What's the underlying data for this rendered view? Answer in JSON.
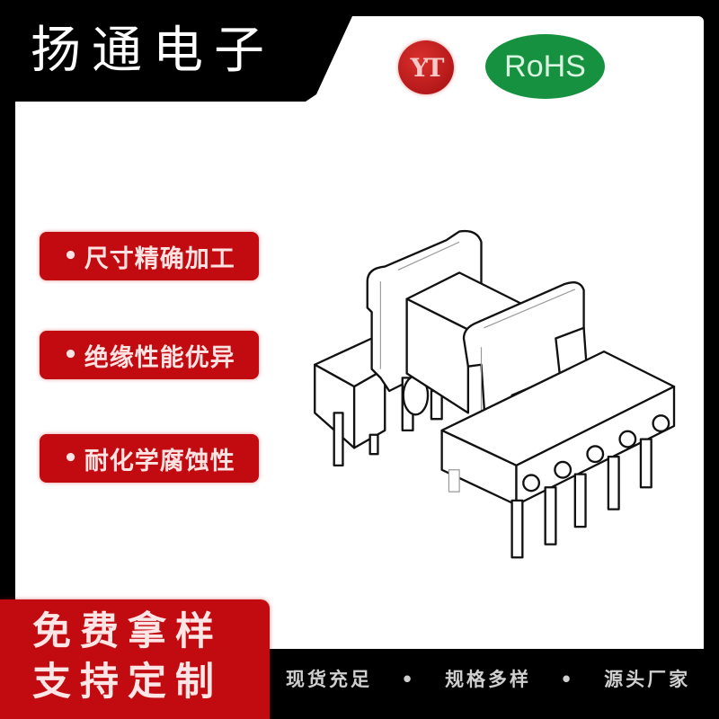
{
  "header": {
    "brand_title": "扬通电子",
    "logos": {
      "yt_logo_text": "YT",
      "rohs_label": "RoHS"
    }
  },
  "features": [
    {
      "bullet": "•",
      "label": "尺寸精确加工"
    },
    {
      "bullet": "•",
      "label": "绝缘性能优异"
    },
    {
      "bullet": "•",
      "label": "耐化学腐蚀性"
    }
  ],
  "product": {
    "image_alt": "transformer-bobbin-illustration",
    "pin_count_front": 5,
    "pin_count_back": 2
  },
  "promo": {
    "line1": "免费拿样",
    "line2": "支持定制"
  },
  "tagline": {
    "items": [
      "现货充足",
      "规格多样",
      "源头厂家"
    ],
    "separator": "•"
  },
  "colors": {
    "frame": "#000000",
    "panel": "#ffffff",
    "badge_red": "#c10b10",
    "rohs_green": "#16913f",
    "yt_red": "#b5181a",
    "tagline_gray": "#cfcfcf"
  }
}
